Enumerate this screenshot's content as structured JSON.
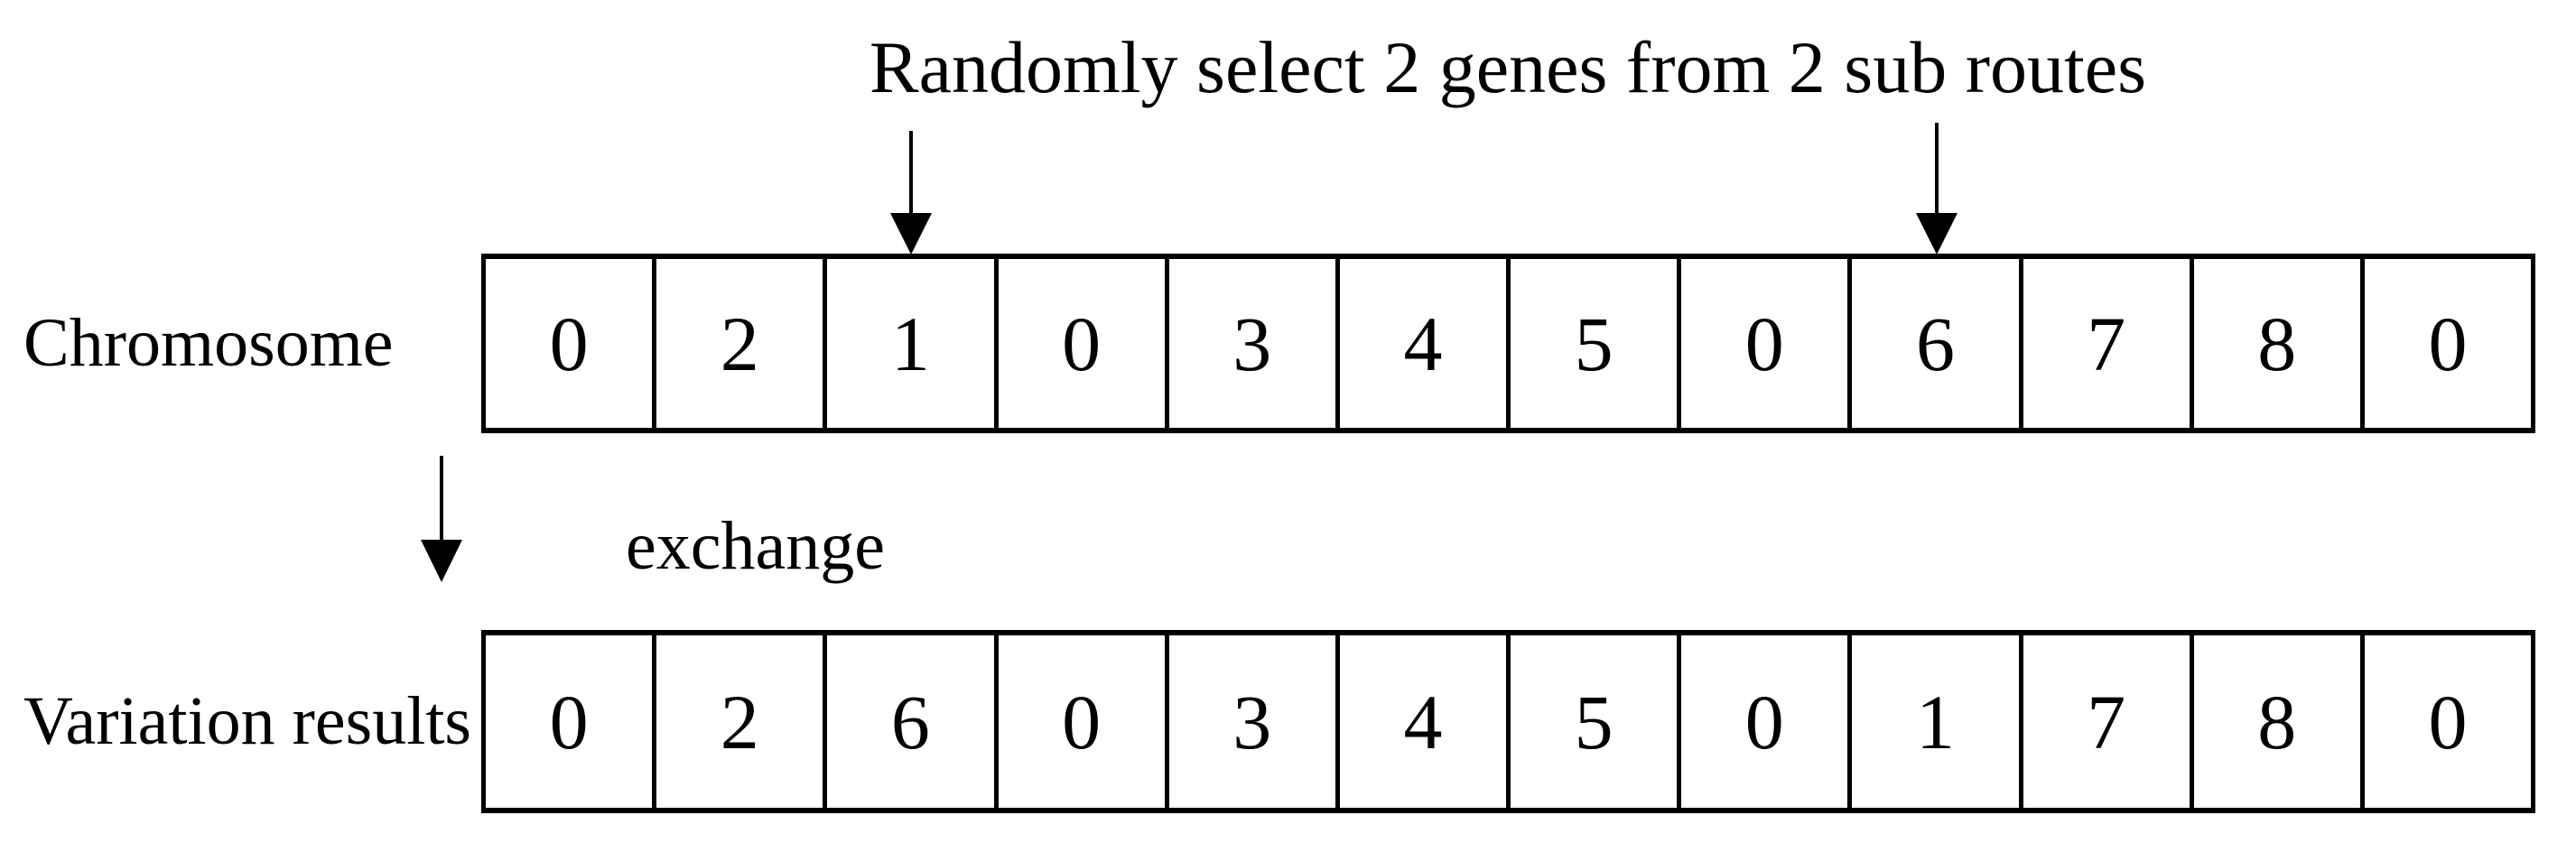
{
  "figure": {
    "title": "Randomly select 2 genes from 2 sub routes",
    "exchange_label": "exchange",
    "chromosome_row": {
      "label": "Chromosome",
      "cells": [
        "0",
        "2",
        "1",
        "0",
        "3",
        "4",
        "5",
        "0",
        "6",
        "7",
        "8",
        "0"
      ]
    },
    "variation_row": {
      "label": "Variation results",
      "cells": [
        "0",
        "2",
        "6",
        "0",
        "3",
        "4",
        "5",
        "0",
        "1",
        "7",
        "8",
        "0"
      ]
    },
    "selected_cell_indices": [
      2,
      8
    ],
    "swapped_genes": [
      "1",
      "6"
    ],
    "colors": {
      "ink": "#000000",
      "background": "#ffffff"
    }
  }
}
